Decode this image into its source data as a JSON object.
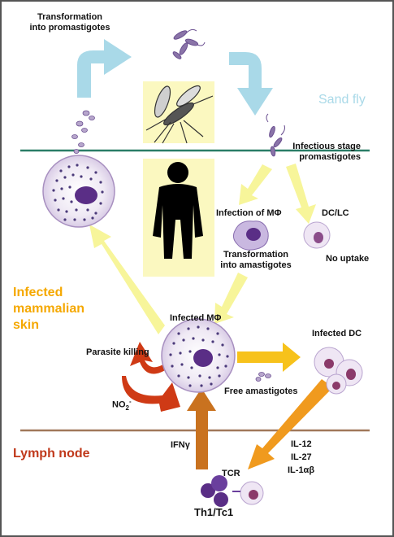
{
  "labels": {
    "transformation_promastigotes": "Transformation\ninto promastigotes",
    "sand_fly": "Sand fly",
    "infectious_stage": "Infectious stage\npromastigotes",
    "infection_of_mphi": "Infection of MΦ",
    "dc_lc": "DC/LC",
    "transformation_amastigotes": "Transformation\ninto amastigotes",
    "no_uptake": "No uptake",
    "infected_mammalian_skin": "Infected\nmammalian\nskin",
    "infected_mphi": "Infected MΦ",
    "parasite_killing": "Parasite killing",
    "infected_dc": "Infected DC",
    "no2": "NO",
    "no2_sub": "2",
    "no2_sup": "-",
    "free_amastigotes": "Free amastigotes",
    "ifn_gamma": "IFNγ",
    "lymph_node": "Lymph node",
    "il12": "IL-12",
    "il27": "IL-27",
    "il1ab": "IL-1αβ",
    "tcr": "TCR",
    "th1_tc1": "Th1/Tc1"
  },
  "colors": {
    "sandfly_arrow": "#a9d9e8",
    "yellow_arrow": "#f7f59a",
    "gold_arrow": "#f7c21b",
    "orange_arrow": "#f09a1e",
    "red_arrow": "#cf3a15",
    "brown_arrow": "#c9721f",
    "green_line": "#2a7d67",
    "brown_line": "#a0785a",
    "panel_yellow": "#fbf8c0",
    "cell_purple": "#6a3f9d"
  },
  "icons": [
    "promastigote-icon",
    "mosquito-icon",
    "human-silhouette-icon",
    "macrophage-icon",
    "dendritic-cell-icon",
    "lymphocyte-icon"
  ]
}
